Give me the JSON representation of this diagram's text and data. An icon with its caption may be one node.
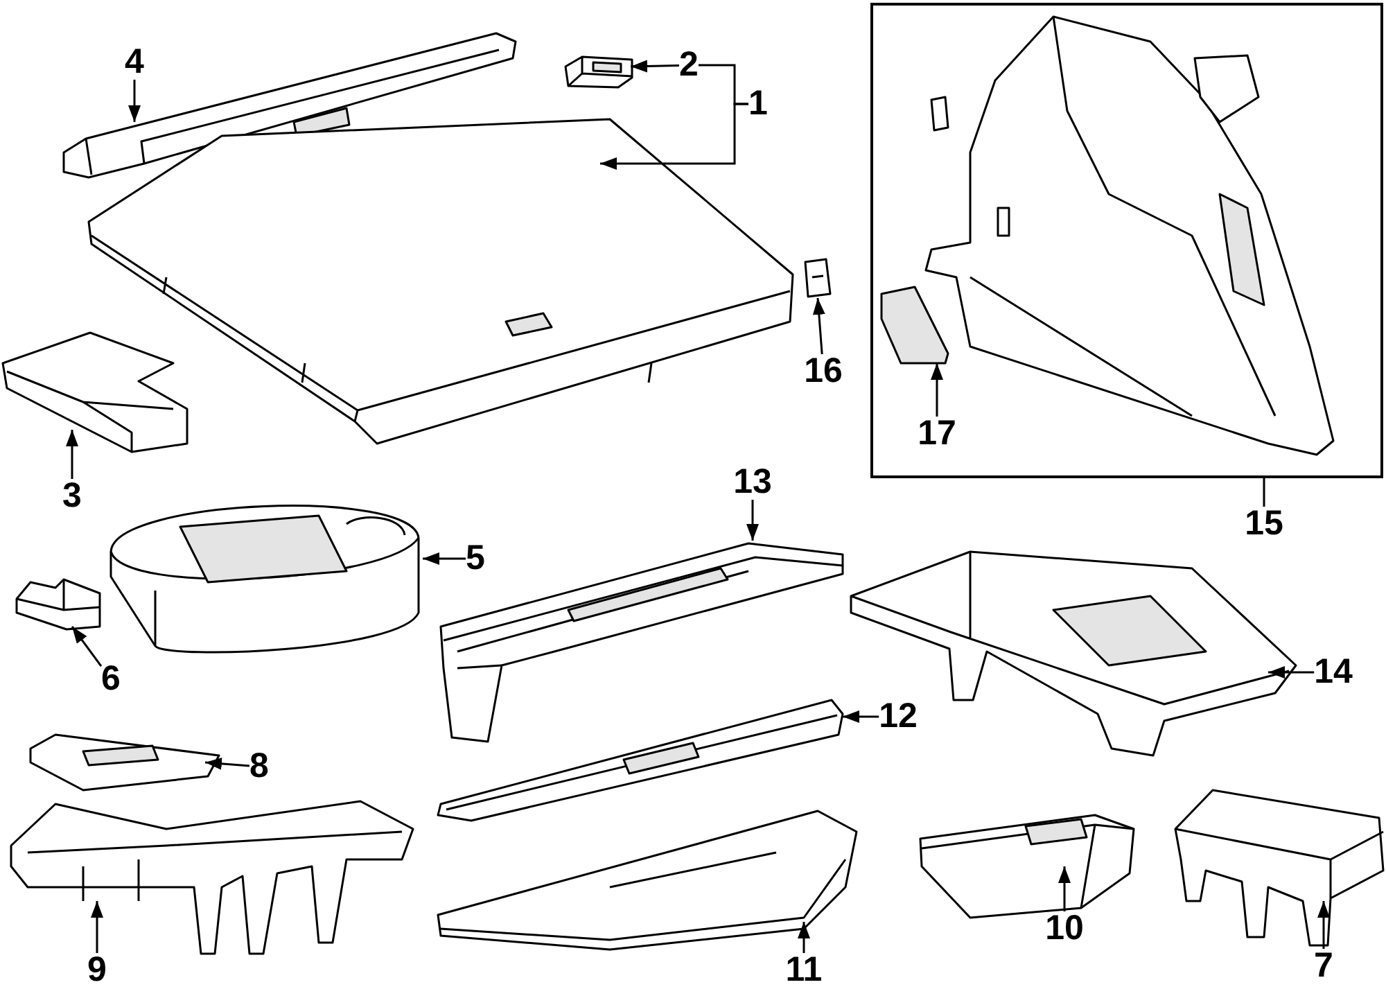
{
  "diagram": {
    "nodes": [
      {
        "text": [
          "4"
        ]
      },
      {
        "text": [],
        "shape": "picture"
      },
      {
        "text": [
          "2"
        ]
      },
      {
        "text": [],
        "shape": "picture"
      },
      {
        "text": [
          "1"
        ]
      },
      {
        "text": [],
        "shape": "picture"
      },
      {
        "text": [],
        "shape": "box"
      },
      {
        "text": [],
        "shape": "picture",
        "in": 6
      },
      {
        "text": [
          "17"
        ],
        "in": 6
      },
      {
        "text": [
          "16"
        ]
      },
      {
        "text": [],
        "shape": "picture"
      },
      {
        "text": [
          "3"
        ]
      },
      {
        "text": [],
        "shape": "picture"
      },
      {
        "text": [
          "15"
        ]
      },
      {
        "text": [
          "13"
        ]
      },
      {
        "text": [],
        "shape": "picture"
      },
      {
        "text": [
          "5"
        ]
      },
      {
        "text": [],
        "shape": "picture"
      },
      {
        "text": [
          "6"
        ]
      },
      {
        "text": [],
        "shape": "picture"
      },
      {
        "text": [
          "14"
        ]
      },
      {
        "text": [],
        "shape": "picture"
      },
      {
        "text": [
          "12"
        ]
      },
      {
        "text": [],
        "shape": "picture"
      },
      {
        "text": [
          "8"
        ]
      },
      {
        "text": [],
        "shape": "picture"
      },
      {
        "text": [],
        "shape": "picture"
      },
      {
        "text": [
          "9"
        ]
      },
      {
        "text": [],
        "shape": "picture"
      },
      {
        "text": [
          "11"
        ]
      },
      {
        "text": [],
        "shape": "picture"
      },
      {
        "text": [
          "10"
        ]
      },
      {
        "text": [],
        "shape": "picture"
      },
      {
        "text": [
          "7"
        ]
      }
    ],
    "edges": [
      {
        "from": 0,
        "to": 1,
        "arrow": "to"
      },
      {
        "from": 2,
        "to": 3,
        "arrow": "to"
      },
      {
        "from": 4,
        "to": 5,
        "arrow": "to"
      },
      {
        "from": 9,
        "to": 10,
        "arrow": "to"
      },
      {
        "from": 11,
        "to": 12,
        "arrow": "to"
      },
      {
        "from": 16,
        "to": 17,
        "arrow": "to"
      },
      {
        "from": 18,
        "to": 19,
        "arrow": "to"
      },
      {
        "from": 14,
        "to": 15,
        "arrow": "to"
      },
      {
        "from": 13,
        "to": 6,
        "arrow": "none"
      },
      {
        "from": 8,
        "to": 7,
        "arrow": "to"
      },
      {
        "from": 20,
        "to": 21,
        "arrow": "to"
      },
      {
        "from": 22,
        "to": 23,
        "arrow": "to"
      },
      {
        "from": 24,
        "to": 25,
        "arrow": "to"
      },
      {
        "from": 27,
        "to": 26,
        "arrow": "to"
      },
      {
        "from": 29,
        "to": 28,
        "arrow": "to"
      },
      {
        "from": 31,
        "to": 30,
        "arrow": "to"
      },
      {
        "from": 33,
        "to": 32,
        "arrow": "to"
      },
      {
        "from": 4,
        "to": 2,
        "arrow": "none"
      }
    ]
  }
}
